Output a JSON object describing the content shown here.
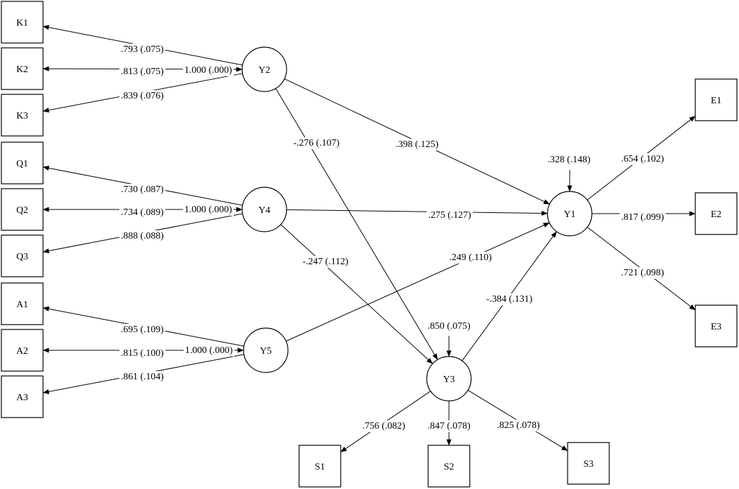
{
  "observed": [
    "K1",
    "K2",
    "K3",
    "Q1",
    "Q2",
    "Q3",
    "A1",
    "A2",
    "A3",
    "E1",
    "E2",
    "E3",
    "S1",
    "S2",
    "S3"
  ],
  "latent": [
    "Y2",
    "Y4",
    "Y5",
    "Y1",
    "Y3"
  ],
  "paths": [
    {
      "from": "Y2",
      "to": "K1",
      "label": ".793 (.075)"
    },
    {
      "from": "Y2",
      "to": "K2",
      "label": ".813 (.075)"
    },
    {
      "from": "Y2",
      "to": "K3",
      "label": ".839 (.076)"
    },
    {
      "from": "Y4",
      "to": "Q1",
      "label": ".730 (.087)"
    },
    {
      "from": "Y4",
      "to": "Q2",
      "label": ".734 (.089)"
    },
    {
      "from": "Y4",
      "to": "Q3",
      "label": ".888 (.088)"
    },
    {
      "from": "Y5",
      "to": "A1",
      "label": ".695 (.109)"
    },
    {
      "from": "Y5",
      "to": "A2",
      "label": ".815 (.100)"
    },
    {
      "from": "Y5",
      "to": "A3",
      "label": ".861 (.104)"
    },
    {
      "from": "Y2",
      "to": "Y1",
      "label": ".398 (.125)"
    },
    {
      "from": "Y2",
      "to": "Y3",
      "label": "-.276 (.107)"
    },
    {
      "from": "Y4",
      "to": "Y1",
      "label": ".275 (.127)"
    },
    {
      "from": "Y4",
      "to": "Y3",
      "label": "-.247 (.112)"
    },
    {
      "from": "Y5",
      "to": "Y1",
      "label": ".249 (.110)"
    },
    {
      "from": "Y3",
      "to": "Y1",
      "label": "-.384 (.131)"
    },
    {
      "from": "Y1",
      "to": "E1",
      "label": ".654 (.102)"
    },
    {
      "from": "Y1",
      "to": "E2",
      "label": ".817 (.099)"
    },
    {
      "from": "Y1",
      "to": "E3",
      "label": ".721 (.098)"
    },
    {
      "from": "Y3",
      "to": "S1",
      "label": ".756 (.082)"
    },
    {
      "from": "Y3",
      "to": "S2",
      "label": ".847 (.078)"
    },
    {
      "from": "Y3",
      "to": "S3",
      "label": ".825 (.078)"
    }
  ],
  "fixed_paths": [
    {
      "to": "Y2",
      "label": "1.000 (.000)"
    },
    {
      "to": "Y4",
      "label": "1.000 (.000)"
    },
    {
      "to": "Y5",
      "label": "1.000 (.000)"
    }
  ],
  "residuals": [
    {
      "to": "Y1",
      "label": ".328 (.148)"
    },
    {
      "to": "Y3",
      "label": ".850 (.075)"
    }
  ]
}
